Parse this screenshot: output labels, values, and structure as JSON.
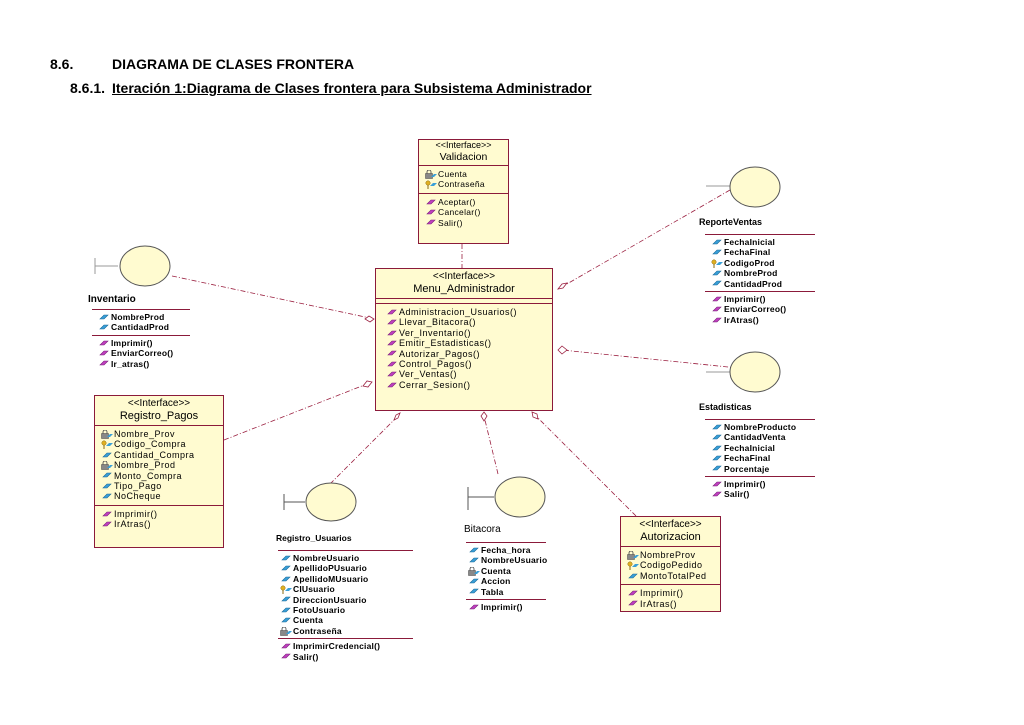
{
  "headings": {
    "section_number": "8.6.",
    "section_title": "DIAGRAMA DE CLASES FRONTERA",
    "subsection_number": "8.6.1.",
    "subsection_title": "Iteración 1:Diagrama de Clases frontera para Subsistema Administrador"
  },
  "colors": {
    "class_fill": "#fffbd0",
    "class_border": "#8b1a3a",
    "operation_icon": "#c040c0",
    "attribute_icon": "#3aa0d8",
    "key_icon": "#e0b020",
    "line": "#9b2040"
  },
  "interface_classes": {
    "validacion": {
      "stereotype": "<<Interface>>",
      "name": "Validacion",
      "attributes": [
        {
          "text": "Cuenta",
          "icon": "lock-attribute-icon"
        },
        {
          "text": "Contraseña",
          "icon": "key-attribute-icon"
        }
      ],
      "operations": [
        "Aceptar()",
        "Cancelar()",
        "Salir()"
      ]
    },
    "menu_administrador": {
      "stereotype": "<<Interface>>",
      "name": "Menu_Administrador",
      "operations": [
        "Administracion_Usuarios()",
        "Llevar_Bitacora()",
        "Ver_Inventario()",
        "Emitir_Estadisticas()",
        "Autorizar_Pagos()",
        "Control_Pagos()",
        "Ver_Ventas()",
        "Cerrar_Sesion()"
      ]
    },
    "registro_pagos": {
      "stereotype": "<<Interface>>",
      "name": "Registro_Pagos",
      "attributes": [
        {
          "text": "Nombre_Prov",
          "icon": "lock-attribute-icon"
        },
        {
          "text": "Codigo_Compra",
          "icon": "key-attribute-icon"
        },
        {
          "text": "Cantidad_Compra",
          "icon": "attribute-icon"
        },
        {
          "text": "Nombre_Prod",
          "icon": "lock-attribute-icon"
        },
        {
          "text": "Monto_Compra",
          "icon": "attribute-icon"
        },
        {
          "text": "Tipo_Pago",
          "icon": "attribute-icon"
        },
        {
          "text": "NoCheque",
          "icon": "attribute-icon"
        }
      ],
      "operations": [
        "Imprimir()",
        "IrAtras()"
      ]
    },
    "autorizacion": {
      "stereotype": "<<Interface>>",
      "name": "Autorizacion",
      "attributes": [
        {
          "text": "NombreProv",
          "icon": "lock-attribute-icon"
        },
        {
          "text": "CodigoPedido",
          "icon": "key-attribute-icon"
        },
        {
          "text": "MontoTotalPed",
          "icon": "attribute-icon"
        }
      ],
      "operations": [
        "Imprimir()",
        "IrAtras()"
      ]
    }
  },
  "boundary_classes": {
    "inventario": {
      "name": "Inventario",
      "attributes": [
        {
          "text": "NombreProd",
          "icon": "attribute-icon"
        },
        {
          "text": "CantidadProd",
          "icon": "attribute-icon"
        }
      ],
      "operations": [
        "Imprimir()",
        "EnviarCorreo()",
        "Ir_atras()"
      ]
    },
    "reporte_ventas": {
      "name": "ReporteVentas",
      "attributes": [
        {
          "text": "FechaInicial",
          "icon": "attribute-icon"
        },
        {
          "text": "FechaFinal",
          "icon": "attribute-icon"
        },
        {
          "text": "CodigoProd",
          "icon": "key-attribute-icon"
        },
        {
          "text": "NombreProd",
          "icon": "attribute-icon"
        },
        {
          "text": "CantidadProd",
          "icon": "attribute-icon"
        }
      ],
      "operations": [
        "Imprimir()",
        "EnviarCorreo()",
        "IrAtras()"
      ]
    },
    "estadisticas": {
      "name": "Estadisticas",
      "attributes": [
        {
          "text": "NombreProducto",
          "icon": "attribute-icon"
        },
        {
          "text": "CantidadVenta",
          "icon": "attribute-icon"
        },
        {
          "text": "FechaInicial",
          "icon": "attribute-icon"
        },
        {
          "text": "FechaFinal",
          "icon": "attribute-icon"
        },
        {
          "text": "Porcentaje",
          "icon": "attribute-icon"
        }
      ],
      "operations": [
        "Imprimir()",
        "Salir()"
      ]
    },
    "registro_usuarios": {
      "name": "Registro_Usuarios",
      "attributes": [
        {
          "text": "NombreUsuario",
          "icon": "attribute-icon"
        },
        {
          "text": "ApellidoPUsuario",
          "icon": "attribute-icon"
        },
        {
          "text": "ApellidoMUsuario",
          "icon": "attribute-icon"
        },
        {
          "text": "CIUsuario",
          "icon": "key-attribute-icon"
        },
        {
          "text": "DireccionUsuario",
          "icon": "attribute-icon"
        },
        {
          "text": "FotoUsuario",
          "icon": "attribute-icon"
        },
        {
          "text": "Cuenta",
          "icon": "attribute-icon"
        },
        {
          "text": "Contraseña",
          "icon": "lock-attribute-icon"
        }
      ],
      "operations": [
        "ImprimirCredencial()",
        "Salir()"
      ]
    },
    "bitacora": {
      "name": "Bitacora",
      "attributes": [
        {
          "text": "Fecha_hora",
          "icon": "attribute-icon"
        },
        {
          "text": "NombreUsuario",
          "icon": "attribute-icon"
        },
        {
          "text": "Cuenta",
          "icon": "lock-attribute-icon"
        },
        {
          "text": "Accion",
          "icon": "attribute-icon"
        },
        {
          "text": "Tabla",
          "icon": "attribute-icon"
        }
      ],
      "operations": [
        "Imprimir()"
      ]
    }
  }
}
